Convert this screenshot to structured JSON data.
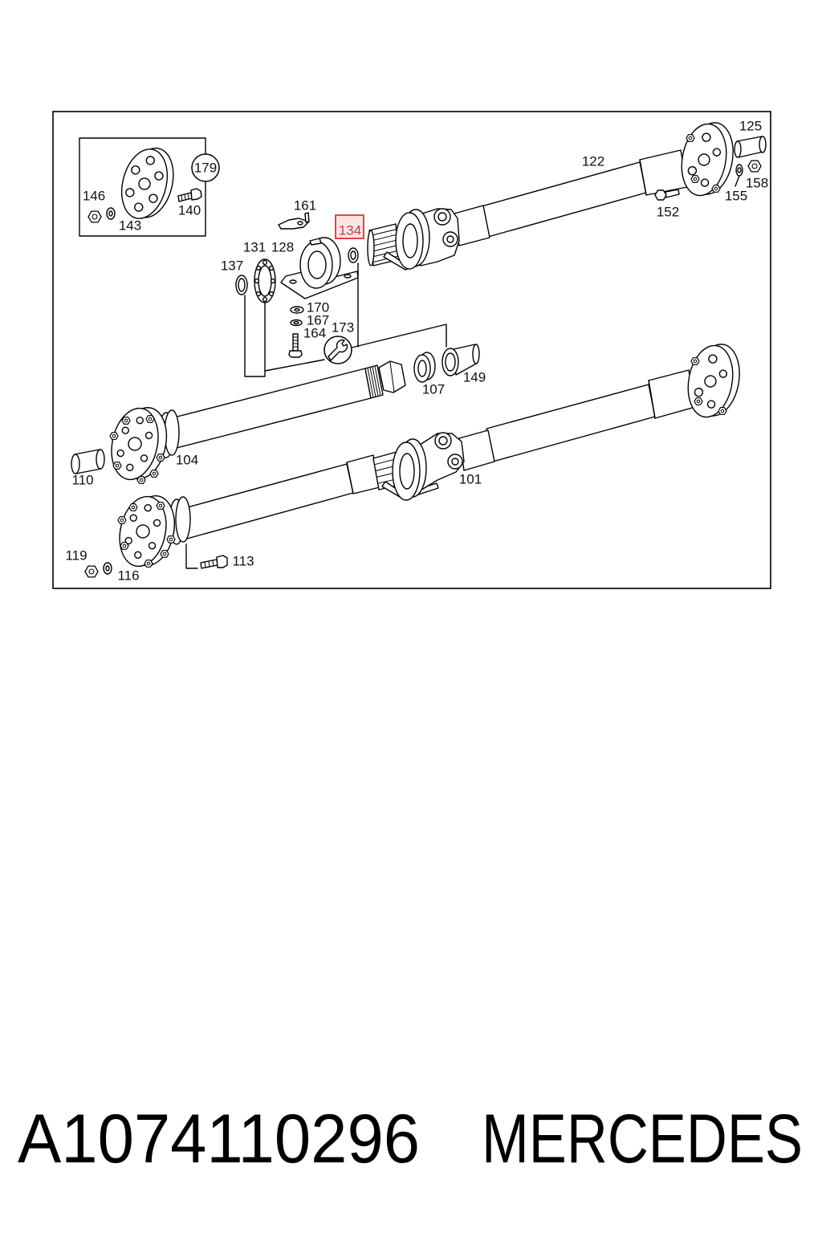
{
  "diagram": {
    "callouts": [
      {
        "label": "101"
      },
      {
        "label": "104"
      },
      {
        "label": "107"
      },
      {
        "label": "110"
      },
      {
        "label": "113"
      },
      {
        "label": "116"
      },
      {
        "label": "119"
      },
      {
        "label": "122"
      },
      {
        "label": "125"
      },
      {
        "label": "128"
      },
      {
        "label": "131"
      },
      {
        "label": "134",
        "highlighted": true
      },
      {
        "label": "137"
      },
      {
        "label": "140"
      },
      {
        "label": "143"
      },
      {
        "label": "146"
      },
      {
        "label": "149"
      },
      {
        "label": "152"
      },
      {
        "label": "155"
      },
      {
        "label": "158"
      },
      {
        "label": "161"
      },
      {
        "label": "164"
      },
      {
        "label": "167"
      },
      {
        "label": "170"
      },
      {
        "label": "173"
      },
      {
        "label": "179"
      }
    ],
    "icons": {
      "tool_symbol": "wrench-icon"
    },
    "highlight": {
      "border_color": "#e03131",
      "fill_color": "#fde4e4",
      "text_color": "#b04848"
    }
  },
  "caption": {
    "part_number": "A1074110296",
    "brand": "MERCEDES"
  }
}
